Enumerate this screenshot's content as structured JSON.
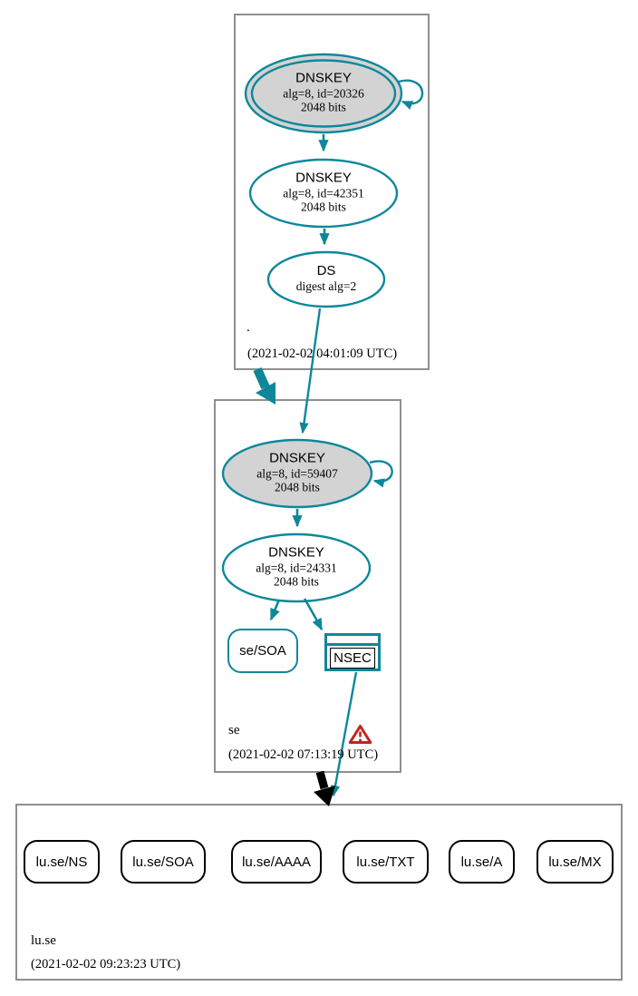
{
  "zones": {
    "root": {
      "name": ".",
      "timestamp": "(2021-02-02 04:01:09 UTC)",
      "ksk": {
        "type": "DNSKEY",
        "alg": "alg=8, id=20326",
        "bits": "2048 bits"
      },
      "zsk": {
        "type": "DNSKEY",
        "alg": "alg=8, id=42351",
        "bits": "2048 bits"
      },
      "ds": {
        "type": "DS",
        "alg": "digest alg=2"
      }
    },
    "se": {
      "name": "se",
      "timestamp": "(2021-02-02 07:13:19 UTC)",
      "ksk": {
        "type": "DNSKEY",
        "alg": "alg=8, id=59407",
        "bits": "2048 bits"
      },
      "zsk": {
        "type": "DNSKEY",
        "alg": "alg=8, id=24331",
        "bits": "2048 bits"
      },
      "soa_label": "se/SOA",
      "nsec_label": "NSEC"
    },
    "luse": {
      "name": "lu.se",
      "timestamp": "(2021-02-02 09:23:23 UTC)",
      "rrsets": [
        "lu.se/NS",
        "lu.se/SOA",
        "lu.se/AAAA",
        "lu.se/TXT",
        "lu.se/A",
        "lu.se/MX"
      ]
    }
  },
  "colors": {
    "secure_edge": "#0e879a",
    "insecure_edge": "#000000",
    "ksk_fill": "#d3d3d3",
    "warning": "#c42222",
    "zone_border": "#8f8f8f"
  }
}
